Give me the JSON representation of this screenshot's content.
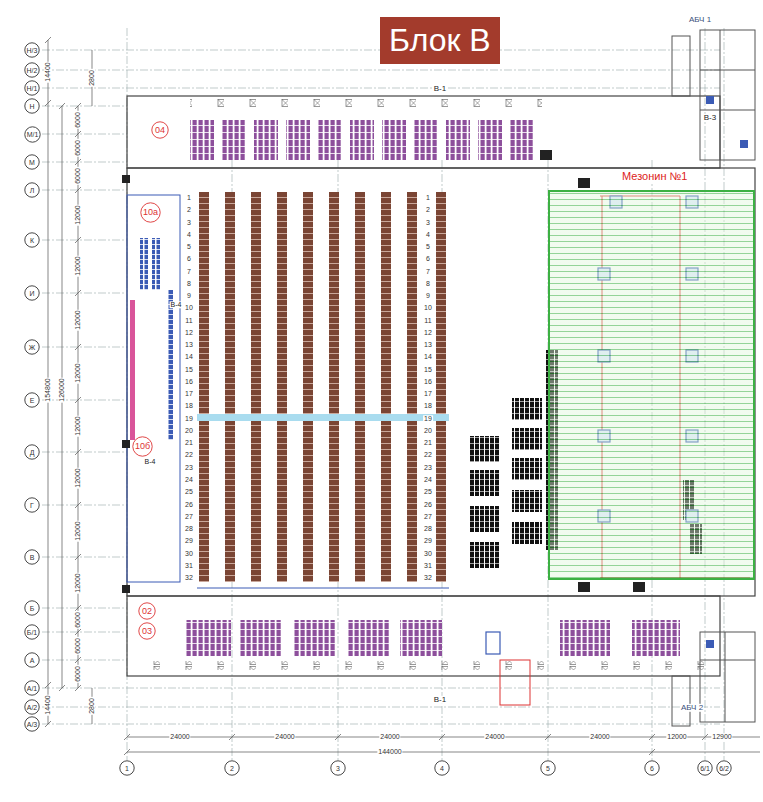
{
  "diagram": {
    "title": "Блок В",
    "nodes": [
      {
        "text": [
          "Н/3"
        ]
      },
      {
        "text": [
          "Н/2"
        ]
      },
      {
        "text": [
          "Н/1"
        ]
      },
      {
        "text": [
          "Н"
        ]
      },
      {
        "text": [
          "М/1"
        ]
      },
      {
        "text": [
          "М"
        ]
      },
      {
        "text": [
          "Л"
        ]
      },
      {
        "text": [
          "К"
        ]
      },
      {
        "text": [
          "И"
        ]
      },
      {
        "text": [
          "Ж"
        ]
      },
      {
        "text": [
          "Е"
        ]
      },
      {
        "text": [
          "Д"
        ]
      },
      {
        "text": [
          "Г"
        ]
      },
      {
        "text": [
          "В"
        ]
      },
      {
        "text": [
          "Б"
        ]
      },
      {
        "text": [
          "Б/1"
        ]
      },
      {
        "text": [
          "А"
        ]
      },
      {
        "text": [
          "А/1"
        ]
      },
      {
        "text": [
          "А/2"
        ]
      },
      {
        "text": [
          "А/3"
        ]
      },
      {
        "text": [
          "04"
        ]
      },
      {
        "text": [
          "Мезонин №1"
        ]
      },
      {
        "text": [
          "10а"
        ]
      },
      {
        "text": [
          "10б"
        ]
      },
      {
        "text": [
          "02"
        ]
      },
      {
        "text": [
          "03"
        ]
      },
      {
        "text": [
          "1"
        ]
      },
      {
        "text": [
          "2"
        ]
      },
      {
        "text": [
          "3"
        ]
      },
      {
        "text": [
          "4"
        ]
      },
      {
        "text": [
          "5"
        ]
      },
      {
        "text": [
          "6"
        ]
      },
      {
        "text": [
          "6/1"
        ]
      },
      {
        "text": [
          "6/2"
        ]
      }
    ],
    "labels": [
      "АБЧ 1",
      "В-1",
      "В-3",
      "1",
      "2",
      "3",
      "4",
      "5",
      "6",
      "7",
      "8",
      "9",
      "10",
      "11",
      "12",
      "13",
      "14",
      "15",
      "16",
      "17",
      "18",
      "19",
      "20",
      "21",
      "22",
      "23",
      "24",
      "25",
      "26",
      "27",
      "28",
      "29",
      "30",
      "31",
      "32",
      "1",
      "2",
      "3",
      "4",
      "5",
      "6",
      "7",
      "8",
      "9",
      "10",
      "11",
      "12",
      "13",
      "14",
      "15",
      "16",
      "17",
      "18",
      "19",
      "20",
      "21",
      "22",
      "23",
      "24",
      "25",
      "26",
      "27",
      "28",
      "29",
      "30",
      "31",
      "32",
      "В-4",
      "В-4",
      "В-1",
      "АБЧ 2",
      "14400",
      "2800",
      "6000",
      "6000",
      "6000",
      "12000",
      "12000",
      "12000",
      "12000",
      "12000",
      "12000",
      "12000",
      "12000",
      "154800",
      "126000",
      "6000",
      "6000",
      "6000",
      "14400",
      "2800",
      "24000",
      "24000",
      "24000",
      "24000",
      "24000",
      "12000",
      "12900",
      "144000"
    ]
  }
}
